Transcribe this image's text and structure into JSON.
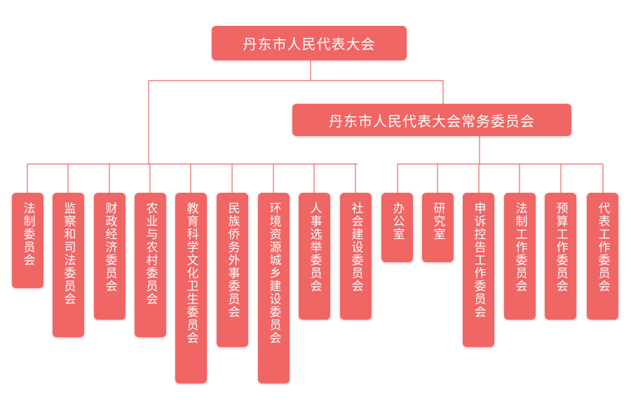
{
  "top": {
    "label": "丹东市人民代表大会"
  },
  "standing": {
    "label": "丹东市人民代表大会常务委员会"
  },
  "congress_committees": [
    {
      "label": "法制委员会"
    },
    {
      "label": "监察和司法委员会"
    },
    {
      "label": "财政经济委员会"
    },
    {
      "label": "农业与农村委员会"
    },
    {
      "label": "教育科学文化卫生委员会"
    },
    {
      "label": "民族侨务外事委员会"
    },
    {
      "label": "环境资源城乡建设委员会"
    },
    {
      "label": "人事选举委员会"
    },
    {
      "label": "社会建设委员会"
    }
  ],
  "standing_offices": [
    {
      "label": "办公室"
    },
    {
      "label": "研究室"
    },
    {
      "label": "申诉控告工作委员会"
    },
    {
      "label": "法制工作委员会"
    },
    {
      "label": "预算工作委员会"
    },
    {
      "label": "代表工作委员会"
    }
  ],
  "colors": {
    "box": "#ef6665",
    "line": "#e06969",
    "text": "#ffffff"
  }
}
